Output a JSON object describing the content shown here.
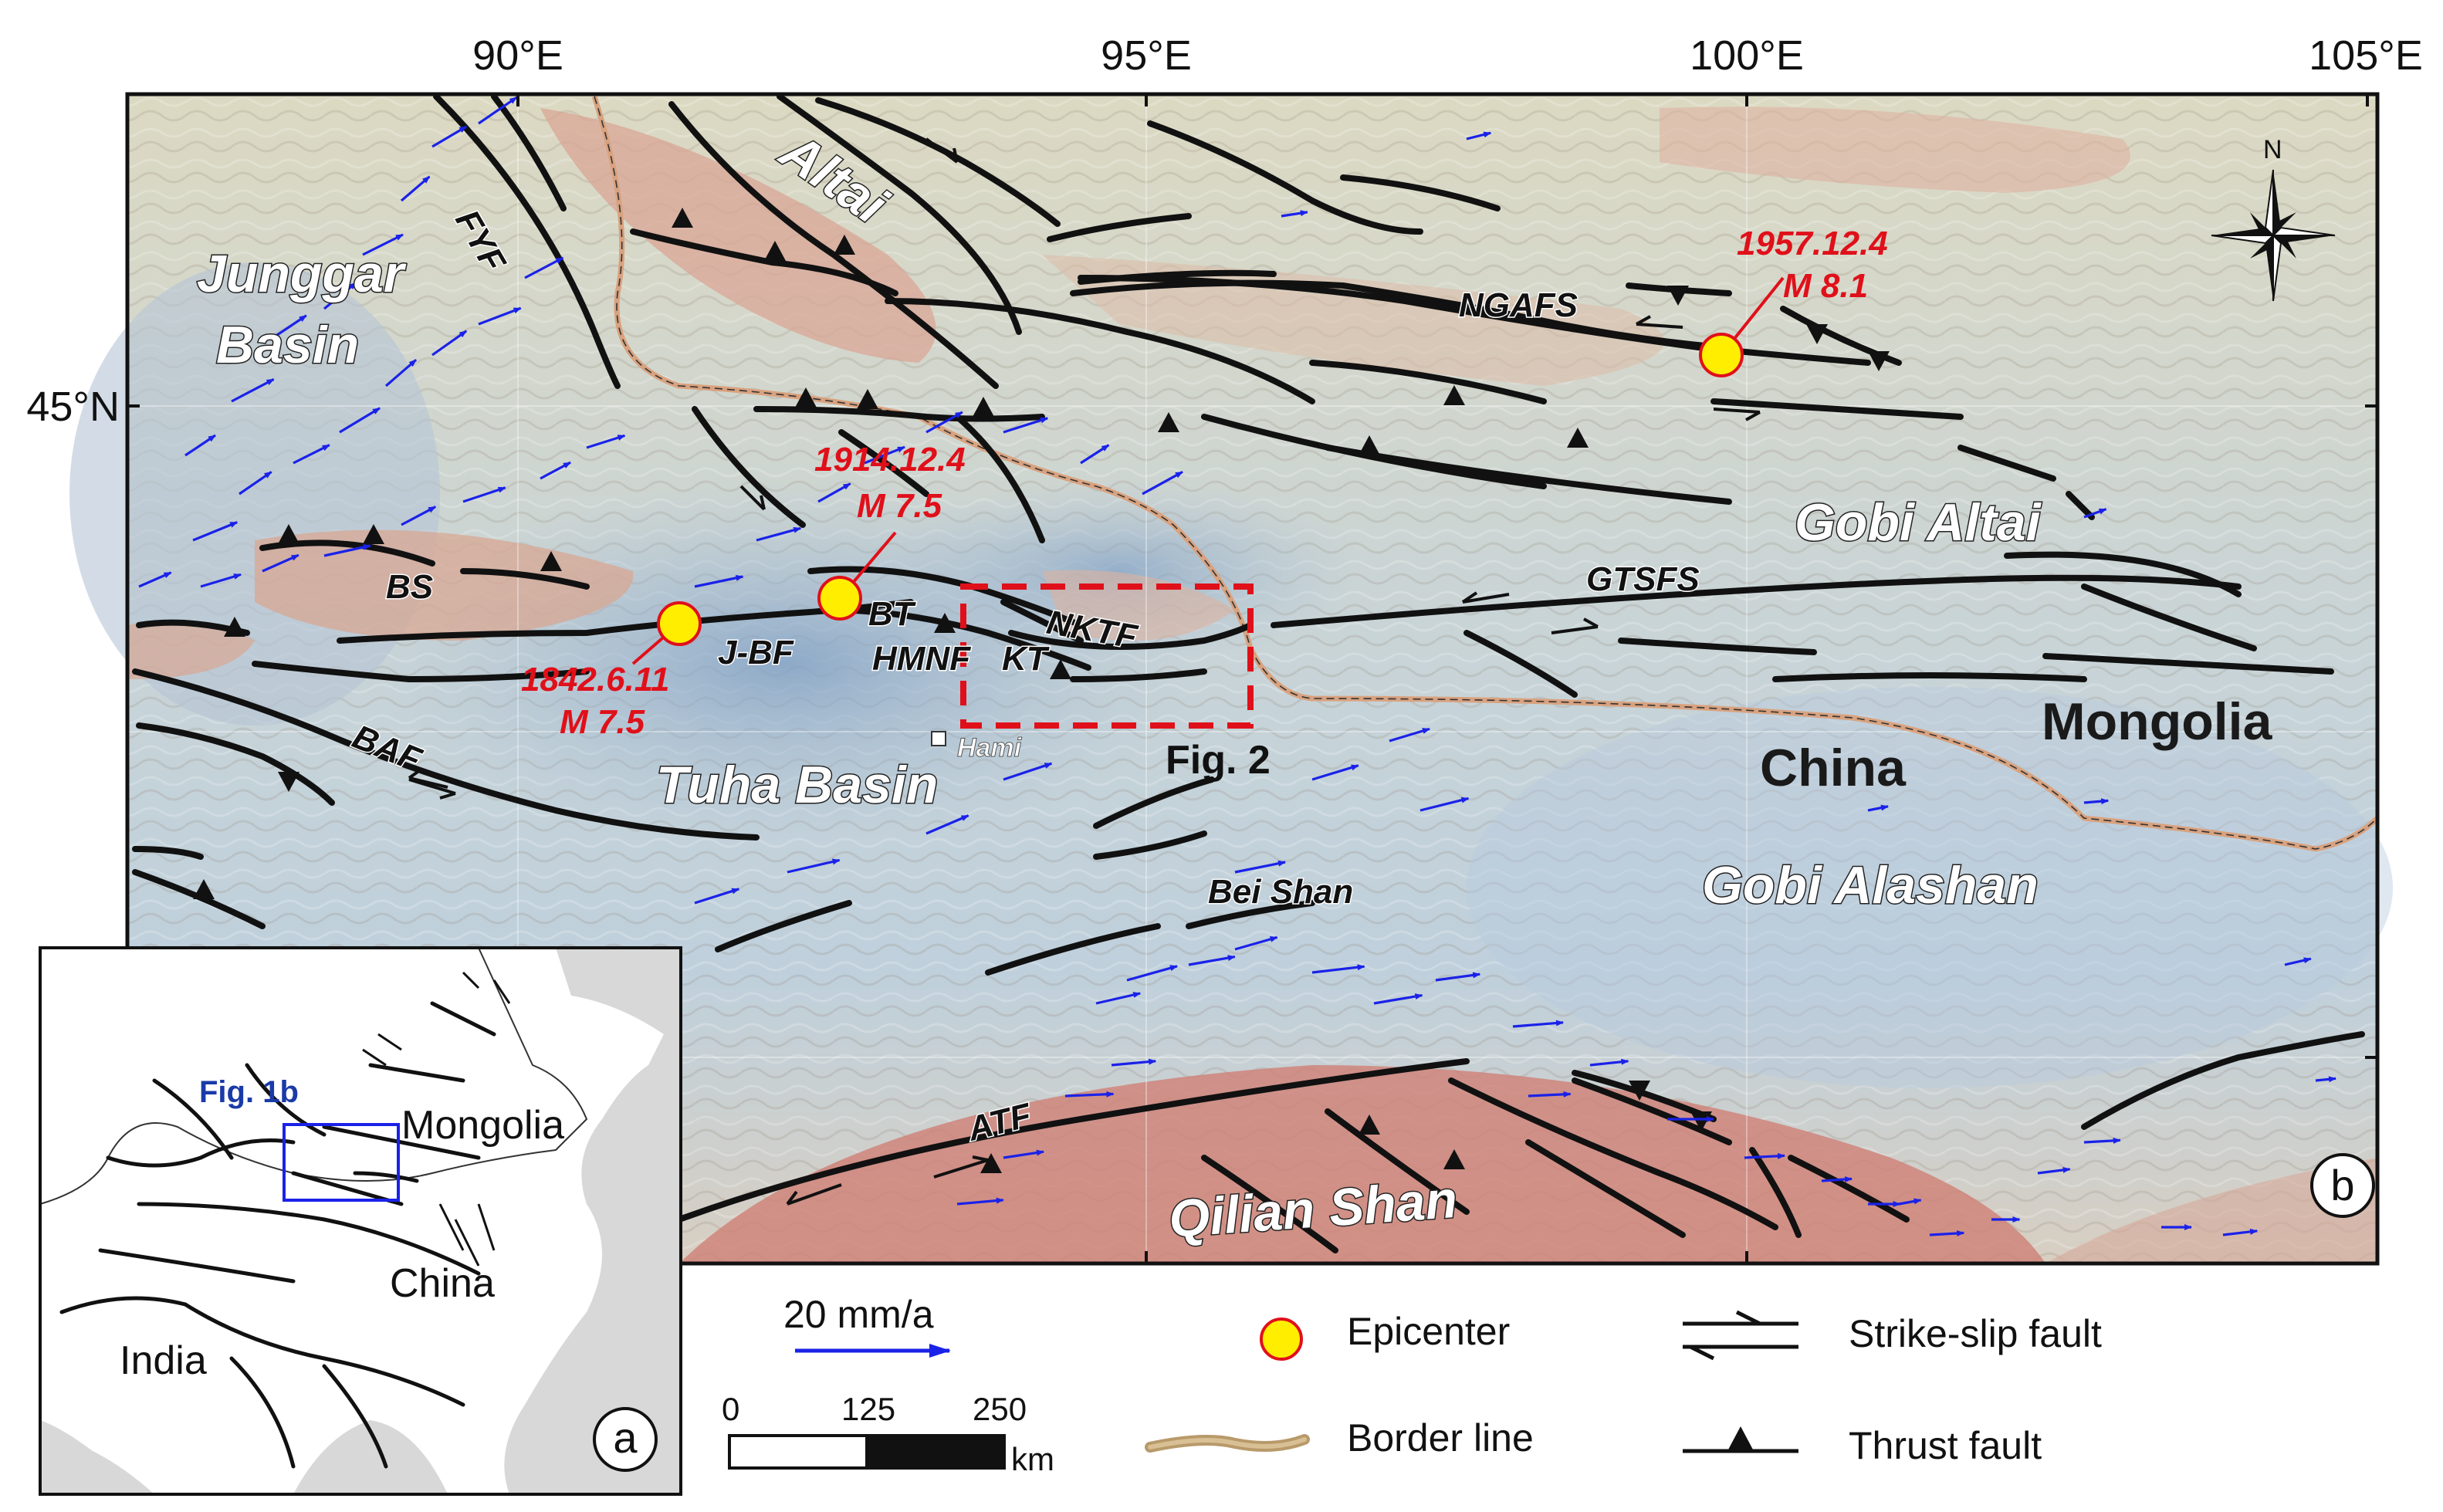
{
  "ticks": {
    "lon": [
      "90°E",
      "95°E",
      "100°E",
      "105°E"
    ],
    "lat": [
      "45°N"
    ]
  },
  "regions": {
    "junggar_line1": "Junggar",
    "junggar_line2": "Basin",
    "altai": "Altai",
    "tuha": "Tuha Basin",
    "gobi_altai": "Gobi Altai",
    "gobi_alashan": "Gobi Alashan",
    "qilian": "Qilian Shan",
    "mongolia": "Mongolia",
    "china": "China",
    "bei_shan": "Bei Shan",
    "hami": "Hami"
  },
  "faults": {
    "fyf": "FYF",
    "ngafs": "NGAFS",
    "gtsfs": "GTSFS",
    "bs": "BS",
    "jbf": "J-BF",
    "bt": "BT",
    "hmnf": "HMNF",
    "kt": "KT",
    "nktf": "NKTF",
    "baf": "BAF",
    "atf": "ATF"
  },
  "earthquakes": [
    {
      "date": "1957.12.4",
      "magnitude": "M 8.1"
    },
    {
      "date": "1914.12.4",
      "magnitude": "M 7.5"
    },
    {
      "date": "1842.6.11",
      "magnitude": "M 7.5"
    }
  ],
  "fig2_label": "Fig. 2",
  "panel_b": "b",
  "north": "N",
  "inset": {
    "fig1b": "Fig. 1b",
    "mongolia": "Mongolia",
    "china": "China",
    "india": "India",
    "panel_a": "a"
  },
  "legend": {
    "velocity": "20 mm/a",
    "epicenter": "Epicenter",
    "border": "Border line",
    "strike_slip": "Strike-slip fault",
    "thrust": "Thrust fault",
    "scale_0": "0",
    "scale_125": "125",
    "scale_250": "250",
    "scale_unit": "km"
  },
  "colors": {
    "vector": "#1a22e8",
    "epicenter_fill": "#ffee00",
    "epicenter_stroke": "#e0101a",
    "quake_text": "#e0101a",
    "border_line": "#d9a27f",
    "fig2_box": "#e0101a"
  },
  "gps_vectors": [
    [
      1.5,
      1.0
    ],
    [
      2.1,
      1.1
    ],
    [
      1.8,
      1.2
    ],
    [
      1.6,
      1.3
    ],
    [
      2.0,
      1.0
    ],
    [
      1.4,
      1.2
    ],
    [
      1.7,
      1.0
    ],
    [
      1.9,
      1.3
    ],
    [
      2.2,
      0.9
    ],
    [
      1.6,
      1.1
    ],
    [
      1.8,
      0.9
    ],
    [
      2.0,
      1.2
    ],
    [
      1.5,
      1.3
    ],
    [
      1.7,
      1.2
    ],
    [
      2.1,
      0.8
    ],
    [
      1.9,
      1.0
    ],
    [
      1.6,
      0.7
    ],
    [
      2.0,
      0.6
    ],
    [
      1.8,
      0.8
    ],
    [
      2.3,
      0.5
    ],
    [
      1.7,
      0.9
    ],
    [
      2.1,
      0.7
    ],
    [
      1.5,
      0.8
    ],
    [
      1.9,
      0.6
    ],
    [
      2.4,
      0.5
    ],
    [
      2.2,
      0.6
    ],
    [
      1.6,
      0.9
    ],
    [
      2.0,
      0.8
    ],
    [
      1.8,
      1.0
    ],
    [
      2.2,
      0.7
    ],
    [
      1.4,
      0.9
    ],
    [
      2.0,
      1.1
    ],
    [
      1.2,
      0.3
    ],
    [
      1.3,
      0.2
    ],
    [
      1.1,
      0.4
    ],
    [
      1.0,
      0.2
    ],
    [
      1.2,
      0.1
    ],
    [
      1.3,
      0.3
    ],
    [
      1.0,
      0.1
    ],
    [
      1.1,
      0.2
    ],
    [
      2.2,
      0.7
    ],
    [
      2.6,
      0.6
    ],
    [
      2.4,
      0.8
    ],
    [
      2.1,
      0.9
    ],
    [
      2.5,
      0.5
    ],
    [
      2.3,
      0.7
    ],
    [
      2.0,
      0.6
    ],
    [
      2.4,
      0.6
    ],
    [
      2.2,
      0.5
    ],
    [
      2.5,
      0.7
    ],
    [
      2.3,
      0.4
    ],
    [
      2.1,
      0.6
    ],
    [
      2.6,
      0.3
    ],
    [
      2.4,
      0.4
    ],
    [
      2.2,
      0.3
    ],
    [
      2.5,
      0.2
    ],
    [
      2.3,
      0.2
    ],
    [
      2.0,
      0.3
    ],
    [
      2.4,
      0.1
    ],
    [
      2.2,
      0.2
    ],
    [
      2.1,
      0.1
    ],
    [
      1.9,
      0.2
    ],
    [
      2.3,
      0.0
    ],
    [
      2.0,
      0.1
    ],
    [
      1.5,
      0.1
    ],
    [
      1.6,
      0.0
    ],
    [
      1.7,
      0.1
    ],
    [
      1.4,
      0.0
    ],
    [
      1.6,
      0.2
    ],
    [
      1.8,
      0.1
    ],
    [
      1.5,
      0.0
    ],
    [
      1.7,
      0.2
    ]
  ]
}
